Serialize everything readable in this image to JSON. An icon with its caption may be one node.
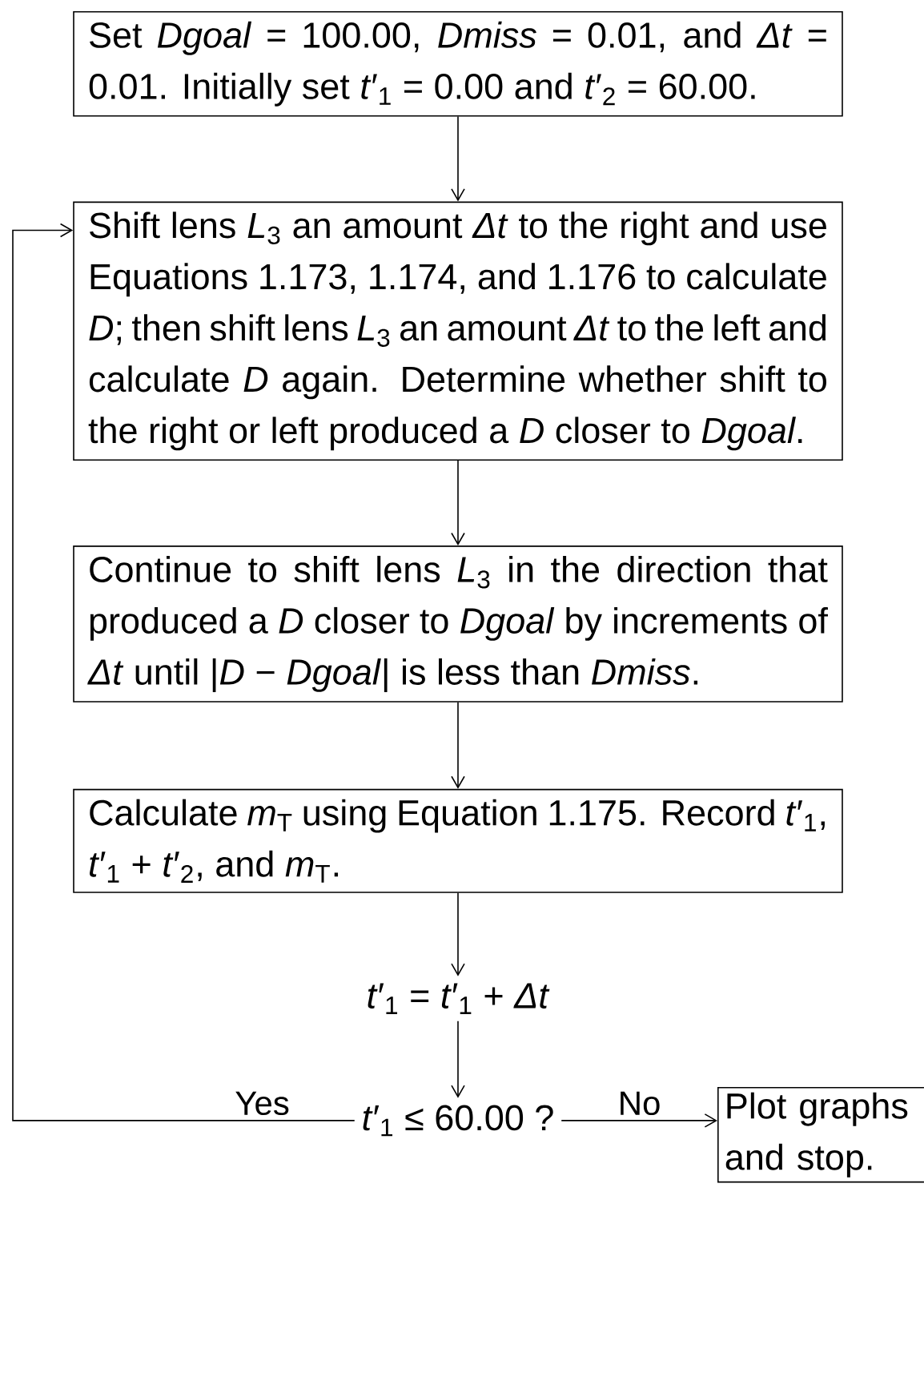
{
  "diagram": {
    "nodes": [
      {
        "text": [
          "Set *Dgoal* = 100.00, *Dmiss* = 0.01, and *Δt* = 0.01. Initially set *t*′$_{1}$ = 0.00 and *t*′$_{2}$ = 60.00."
        ]
      },
      {
        "text": [
          "Shift lens *L*$_{3}$ an amount *Δt* to the right and use Equations 1.173, 1.174, and 1.176 to calculate *D*; then shift lens *L*$_{3}$ an amount *Δt* to the left and calculate *D* again. Determine whether shift to the right or left produced a *D* closer to *Dgoal*."
        ]
      },
      {
        "text": [
          "Continue to shift lens *L*$_{3}$ in the direction that produced a *D* closer to *Dgoal* by increments of *Δt* until |*D* − *Dgoal*| is less than *Dmiss*."
        ]
      },
      {
        "text": [
          "Calculate *m*$_{T}$ using Equation 1.175. Record *t*′$_{1}$, *t*′$_{1}$ + *t*′$_{2}$, and *m*$_{T}$."
        ]
      },
      {
        "text": [
          "*t*′$_{1}$ = *t*′$_{1}$ + *Δt*"
        ]
      },
      {
        "text": [
          "*t*′$_{1}$ ≤ 60.00 ?"
        ]
      },
      {
        "text": [
          "Plot graphs and stop."
        ]
      }
    ],
    "edges": [
      {
        "from": 0,
        "to": 1,
        "arrow": "to"
      },
      {
        "from": 1,
        "to": 2,
        "arrow": "to"
      },
      {
        "from": 2,
        "to": 3,
        "arrow": "to"
      },
      {
        "from": 3,
        "to": 4,
        "arrow": "to"
      },
      {
        "from": 4,
        "to": 5,
        "arrow": "to"
      },
      {
        "from": 5,
        "to": 1,
        "arrow": "to",
        "label": "Yes"
      },
      {
        "from": 5,
        "to": 6,
        "arrow": "to",
        "label": "No"
      }
    ]
  }
}
